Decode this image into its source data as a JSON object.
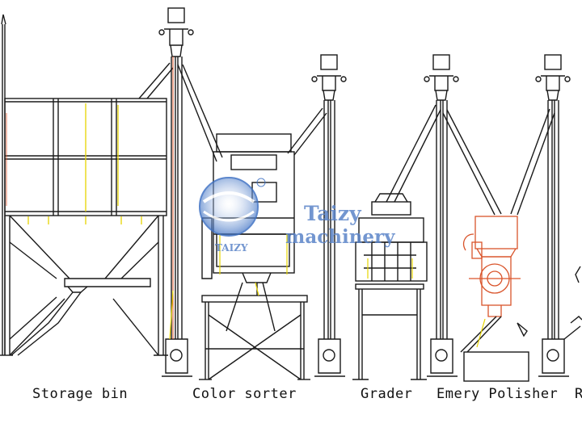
{
  "labels": {
    "storage_bin": "Storage bin",
    "color_sorter": "Color sorter",
    "grader": "Grader",
    "emery_polisher": "Emery Polisher",
    "cut_off": "R"
  },
  "watermark": {
    "line1": "Taizy",
    "line2": "machinery",
    "logo_text": "TAIZY"
  },
  "colors": {
    "line": "#1a1a1a",
    "accent_yellow": "#e6d400",
    "accent_red": "#d9542b",
    "watermark_blue": "#3f72c4"
  }
}
